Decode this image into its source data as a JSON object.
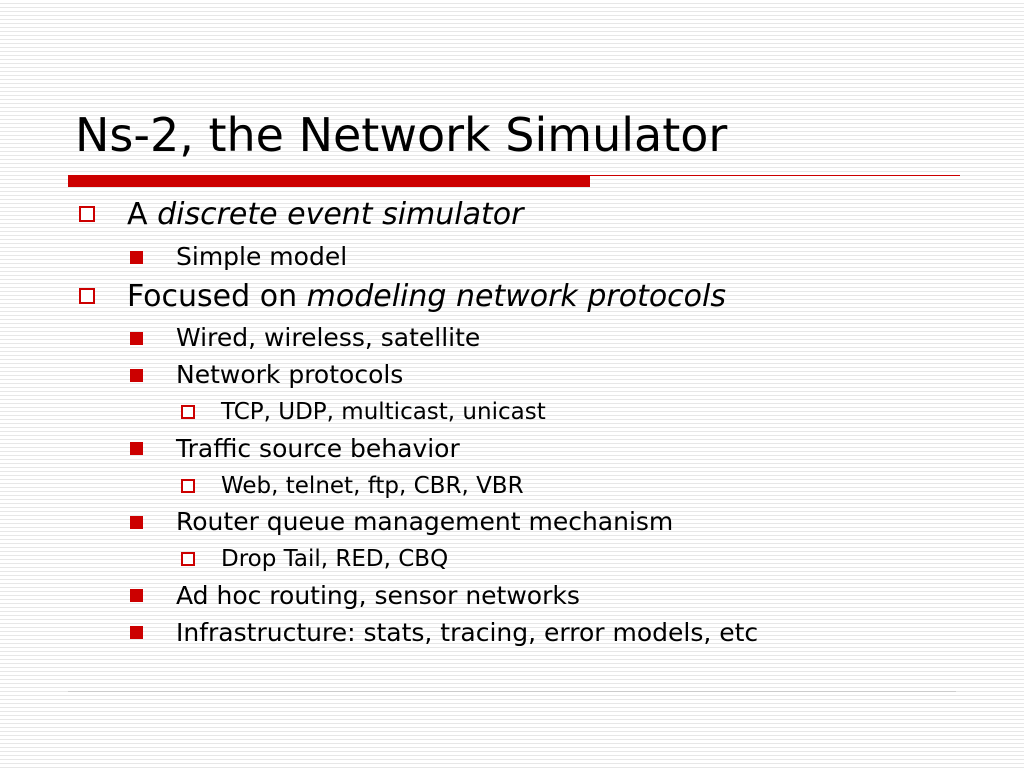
{
  "slide": {
    "title": "Ns-2, the Network Simulator",
    "accent_color": "#cc0000",
    "bullets": [
      {
        "level": 1,
        "marker": "hollow-square-icon",
        "prefix": "A ",
        "emphasis": "discrete event simulator"
      },
      {
        "level": 2,
        "marker": "filled-square-icon",
        "text": "Simple model"
      },
      {
        "level": 1,
        "marker": "hollow-square-icon",
        "prefix": "Focused on ",
        "emphasis": "modeling network protocols"
      },
      {
        "level": 2,
        "marker": "filled-square-icon",
        "text": "Wired, wireless, satellite"
      },
      {
        "level": 2,
        "marker": "filled-square-icon",
        "text": "Network protocols"
      },
      {
        "level": 3,
        "marker": "hollow-square-icon",
        "text": "TCP, UDP, multicast, unicast"
      },
      {
        "level": 2,
        "marker": "filled-square-icon",
        "text": "Traffic source behavior"
      },
      {
        "level": 3,
        "marker": "hollow-square-icon",
        "text": "Web, telnet, ftp, CBR, VBR"
      },
      {
        "level": 2,
        "marker": "filled-square-icon",
        "text": "Router queue management mechanism"
      },
      {
        "level": 3,
        "marker": "hollow-square-icon",
        "text": "Drop Tail, RED, CBQ"
      },
      {
        "level": 2,
        "marker": "filled-square-icon",
        "text": "Ad hoc routing, sensor networks"
      },
      {
        "level": 2,
        "marker": "filled-square-icon",
        "text": "Infrastructure: stats, tracing, error models, etc"
      }
    ]
  }
}
